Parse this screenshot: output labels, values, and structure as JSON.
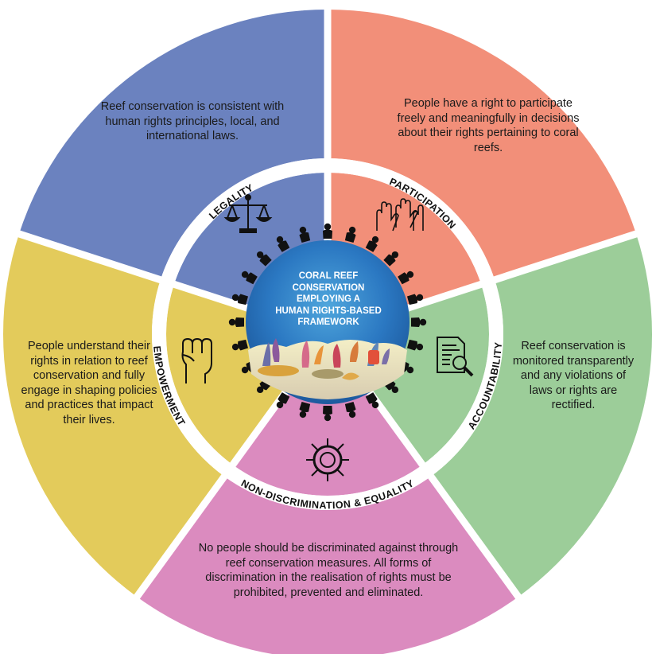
{
  "center": {
    "lines": [
      "CORAL REEF",
      "CONSERVATION",
      "EMPLOYING A",
      "HUMAN RIGHTS-BASED",
      "FRAMEWORK"
    ]
  },
  "segments": {
    "legality": {
      "label": "LEGALITY",
      "description": "Reef conservation is consistent with human rights principles, local, and international laws.",
      "color": "#6b82bf",
      "icon": "scales-of-justice-icon"
    },
    "participation": {
      "label": "PARTICIPATION",
      "description": "People have a right to participate freely and meaningfully in decisions about their rights pertaining to coral reefs.",
      "color": "#f28f79",
      "icon": "raised-hands-icon"
    },
    "accountability": {
      "label": "ACCOUNTABILITY",
      "description": "Reef conservation is monitored transparently and any violations of laws or rights are rectified.",
      "color": "#9ccd99",
      "icon": "document-magnifier-icon"
    },
    "non_discrimination": {
      "label": "NON-DISCRIMINATION & EQUALITY",
      "description": "No people should be discriminated against through reef conservation measures. All forms of discrimination in the realisation of rights must be prohibited, prevented and eliminated.",
      "color": "#db8bbf",
      "icon": "joined-hands-circle-icon"
    },
    "empowerment": {
      "label": "EMPOWERMENT",
      "description": "People understand their rights in relation to reef conservation and fully engage in shaping policies and practices that impact their lives.",
      "color": "#e3cb5b",
      "icon": "raised-fist-icon"
    }
  }
}
